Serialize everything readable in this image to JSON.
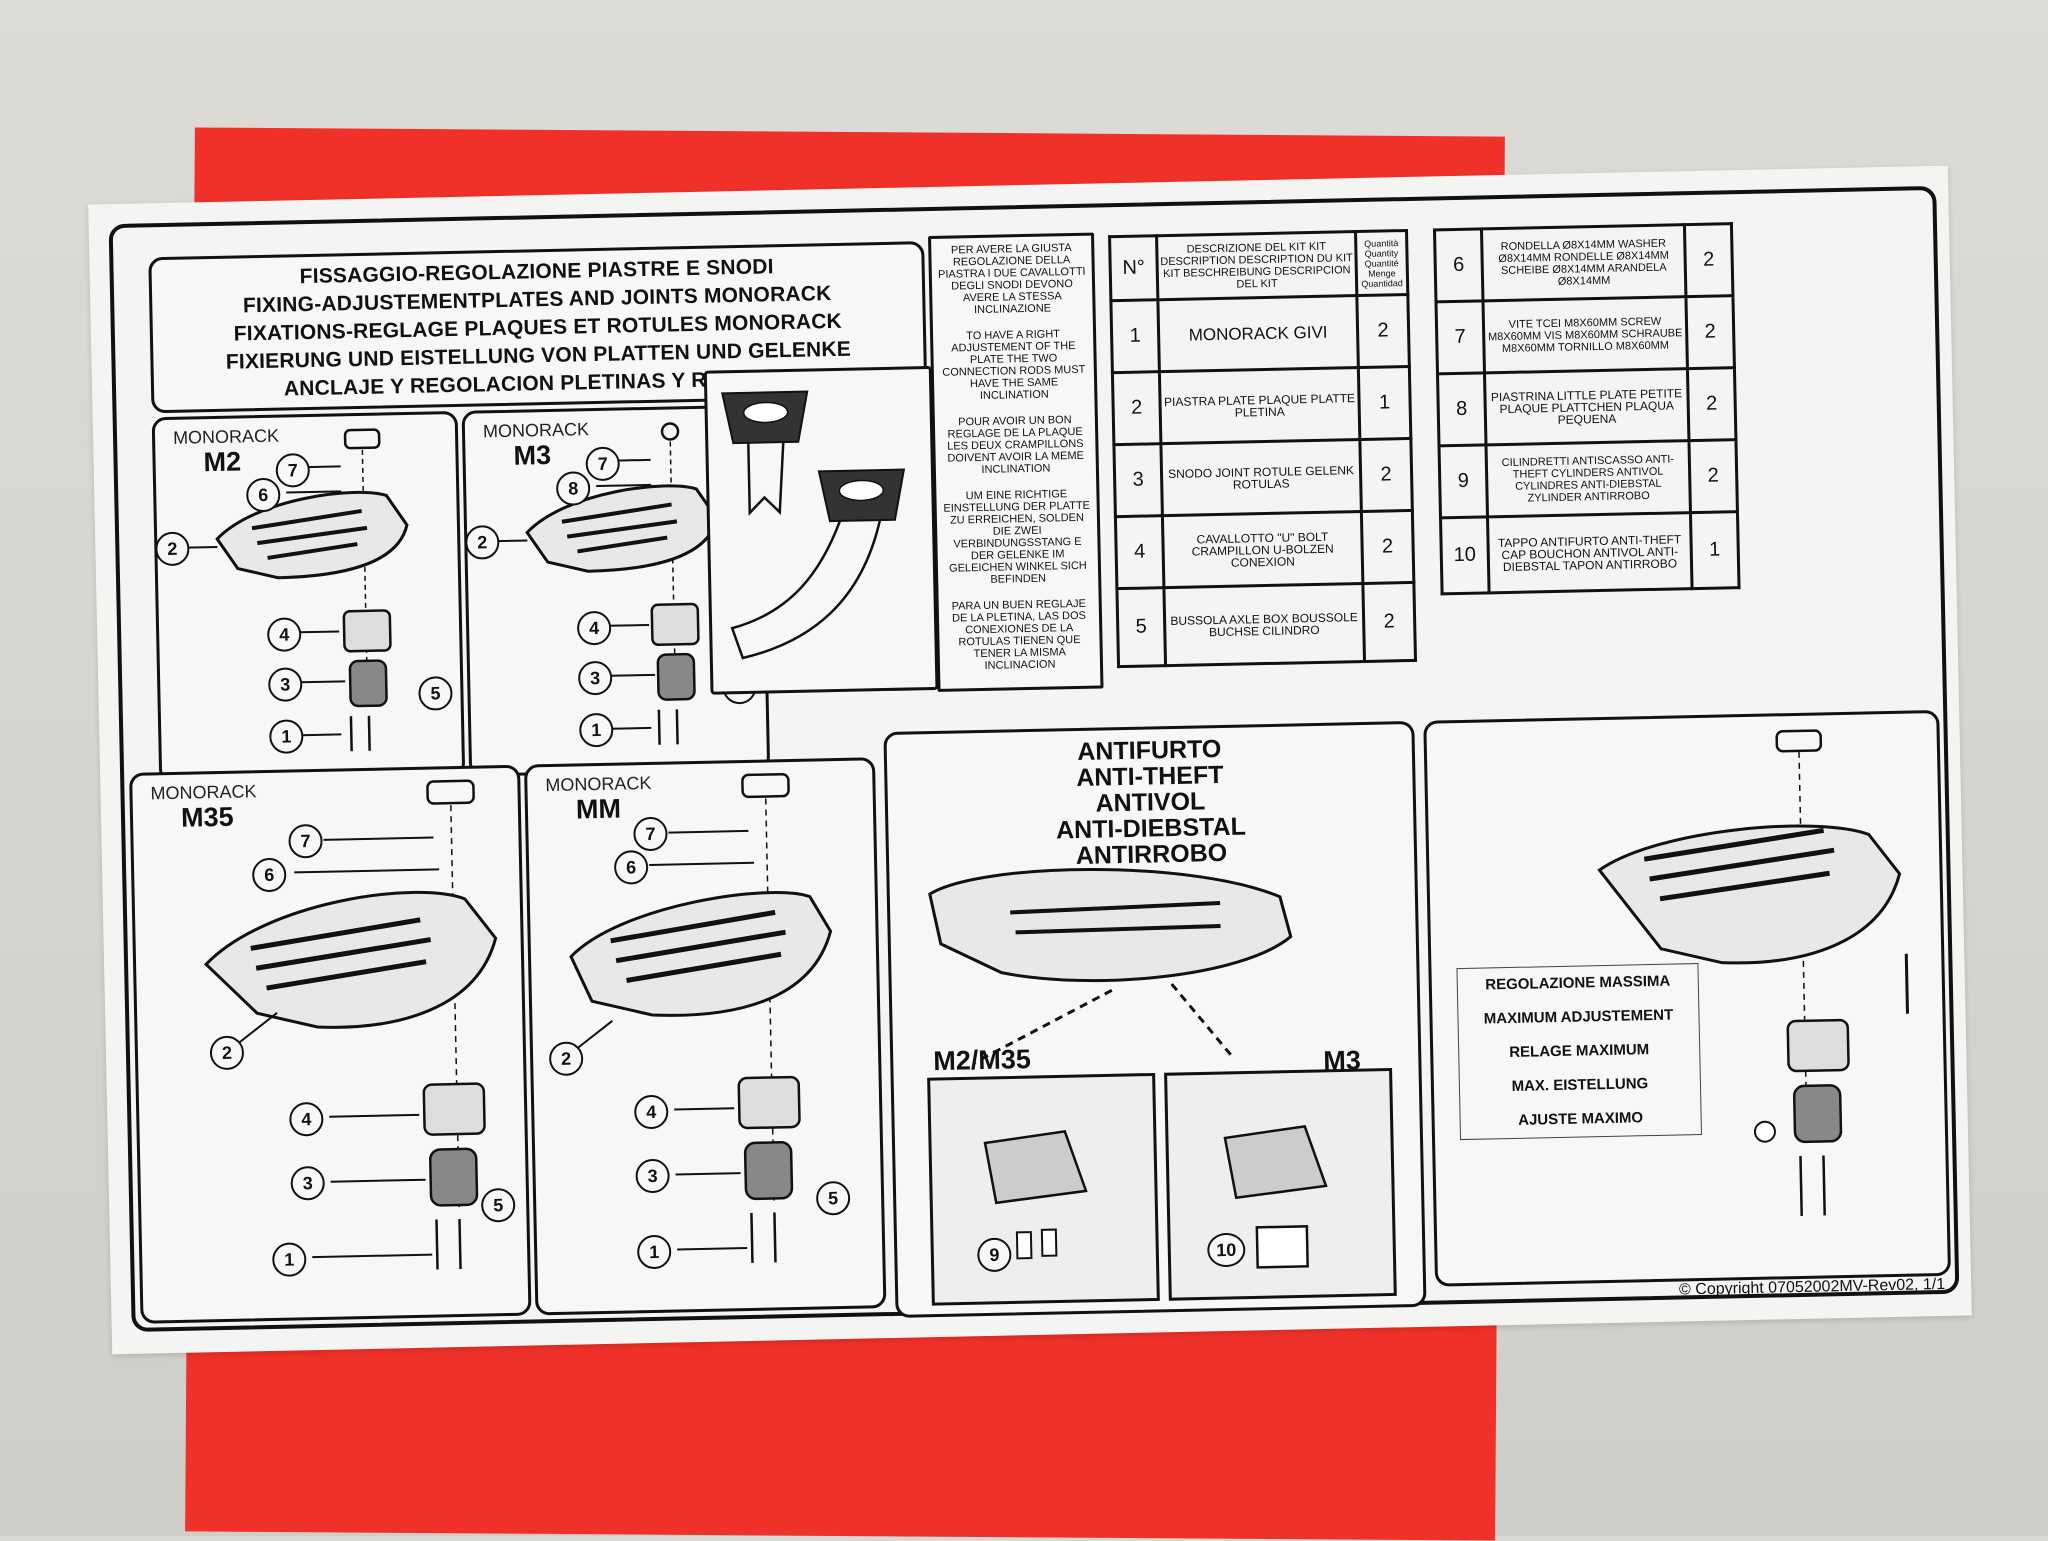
{
  "title_lines": [
    "FISSAGGIO-REGOLAZIONE PIASTRE E SNODI",
    "FIXING-ADJUSTEMENTPLATES AND JOINTS MONORACK",
    "FIXATIONS-REGLAGE PLAQUES ET ROTULES MONORACK",
    "FIXIERUNG UND EISTELLUNG VON PLATTEN UND GELENKE",
    "ANCLAJE Y REGOLACION PLETINAS Y ROTULAS"
  ],
  "notes": [
    "PER AVERE LA GIUSTA REGOLAZIONE DELLA PIASTRA I DUE CAVALLOTTI DEGLI SNODI DEVONO AVERE LA STESSA INCLINAZIONE",
    "TO HAVE A RIGHT ADJUSTEMENT OF THE PLATE THE TWO CONNECTION RODS MUST HAVE THE SAME INCLINATION",
    "POUR AVOIR UN BON REGLAGE DE LA PLAQUE LES DEUX CRAMPILLONS DOIVENT AVOIR LA MEME INCLINATION",
    "UM EINE RICHTIGE EINSTELLUNG DER PLATTE ZU ERREICHEN, SOLDEN DIE ZWEI VERBINDUNGSSTANG E DER GELENKE IM GELEICHEN WINKEL SICH BEFINDEN",
    "PARA UN BUEN REGLAJE DE LA PLETINA, LAS DOS CONEXIONES DE LA ROTULAS TIENEN QUE TENER LA MISMA INCLINACION"
  ],
  "panels": [
    {
      "mono": "MONORACK",
      "model": "M2"
    },
    {
      "mono": "MONORACK",
      "model": "M3"
    },
    {
      "mono": "MONORACK",
      "model": "M35"
    },
    {
      "mono": "MONORACK",
      "model": "MM"
    }
  ],
  "callouts": [
    "1",
    "2",
    "3",
    "4",
    "5",
    "6",
    "7",
    "8",
    "9",
    "10"
  ],
  "kit_header": {
    "no": "N°",
    "desc": "DESCRIZIONE DEL KIT KIT DESCRIPTION DESCRIPTION DU KIT KIT BESCHREIBUNG DESCRIPCION DEL KIT",
    "qty": "Quantità Quantity Quantité Menge Quantidad"
  },
  "kit_left": [
    {
      "n": "1",
      "desc": "MONORACK GIVI",
      "q": "2"
    },
    {
      "n": "2",
      "desc": "PIASTRA PLATE PLAQUE PLATTE PLETINA",
      "q": "1"
    },
    {
      "n": "3",
      "desc": "SNODO JOINT ROTULE GELENK ROTULAS",
      "q": "2"
    },
    {
      "n": "4",
      "desc": "CAVALLOTTO \"U\" BOLT CRAMPILLON U-BOLZEN CONEXION",
      "q": "2"
    },
    {
      "n": "5",
      "desc": "BUSSOLA AXLE BOX BOUSSOLE BUCHSE CILINDRO",
      "q": "2"
    }
  ],
  "kit_right": [
    {
      "n": "6",
      "desc": "RONDELLA Ø8x14mm WASHER Ø8x14mm RONDELLE Ø8x14mm SCHEIBE Ø8x14mm ARANDELA Ø8x14mm",
      "q": "2"
    },
    {
      "n": "7",
      "desc": "VITE TCEI M8x60mm SCREW M8x60mm VIS M8x60mm SCHRAUBE M8x60mm TORNILLO M8x60mm",
      "q": "2"
    },
    {
      "n": "8",
      "desc": "PIASTRINA LITTLE PLATE PETITE PLAQUE PLATTCHEN PLAQUA PEQUENA",
      "q": "2"
    },
    {
      "n": "9",
      "desc": "CILINDRETTI ANTISCASSO ANTI-THEFT CYLINDERS ANTIVOL CYLINDRES ANTI-DIEBSTAL ZYLINDER ANTIRROBO",
      "q": "2"
    },
    {
      "n": "10",
      "desc": "TAPPO ANTIFURTO ANTI-THEFT CAP BOUCHON ANTIVOL ANTI-DIEBSTAL TAPON ANTIRROBO",
      "q": "1"
    }
  ],
  "antitheft_lines": [
    "ANTIFURTO",
    "ANTI-THEFT",
    "ANTIVOL",
    "ANTI-DIEBSTAL",
    "ANTIRROBO"
  ],
  "zoom_labels": [
    "M2/M35",
    "M3"
  ],
  "adjust_lines": [
    "REGOLAZIONE MASSIMA",
    "MAXIMUM ADJUSTEMENT",
    "RELAGE MAXIMUM",
    "MAX. EISTELLUNG",
    "AJUSTE MAXIMO"
  ],
  "copyright": "© Copyright 07052002MV-Rev02, 1/1"
}
